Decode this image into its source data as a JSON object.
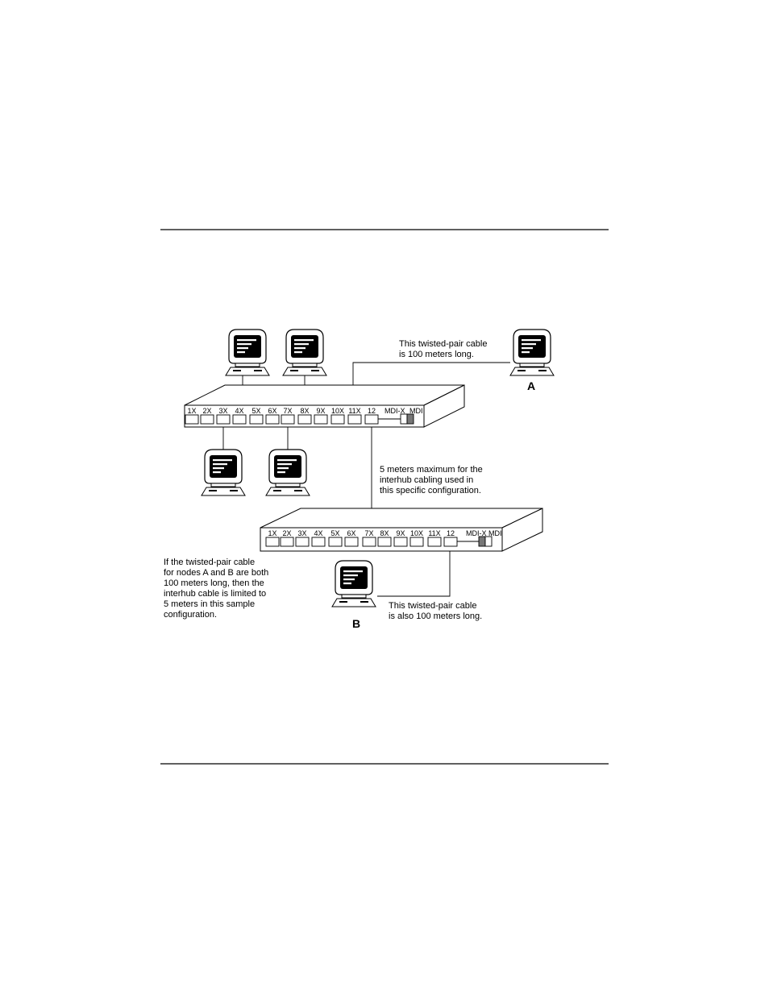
{
  "hub_top": {
    "ports": [
      "1X",
      "2X",
      "3X",
      "4X",
      "5X",
      "6X",
      "7X",
      "8X",
      "9X",
      "10X",
      "11X",
      "12"
    ],
    "switch_labels": [
      "MDI-X",
      "MDI"
    ]
  },
  "hub_bottom": {
    "ports": [
      "1X",
      "2X",
      "3X",
      "4X",
      "5X",
      "6X",
      "7X",
      "8X",
      "9X",
      "10X",
      "11X",
      "12"
    ],
    "switch_labels": [
      "MDI-X",
      "MDI"
    ]
  },
  "nodes": {
    "a": "A",
    "b": "B"
  },
  "notes": {
    "cable_a": [
      "This twisted-pair cable",
      "is 100 meters long."
    ],
    "interhub": [
      "5 meters maximum for the",
      "interhub cabling used in",
      "this specific configuration."
    ],
    "limit": [
      "If the twisted-pair cable",
      "for nodes A and B are both",
      "100 meters long, then the",
      "interhub cable is limited to",
      "5 meters in this sample",
      "configuration."
    ],
    "cable_b": [
      "This twisted-pair cable",
      "is also 100 meters long."
    ]
  },
  "icons": [
    "computer-icon",
    "hub-icon"
  ]
}
